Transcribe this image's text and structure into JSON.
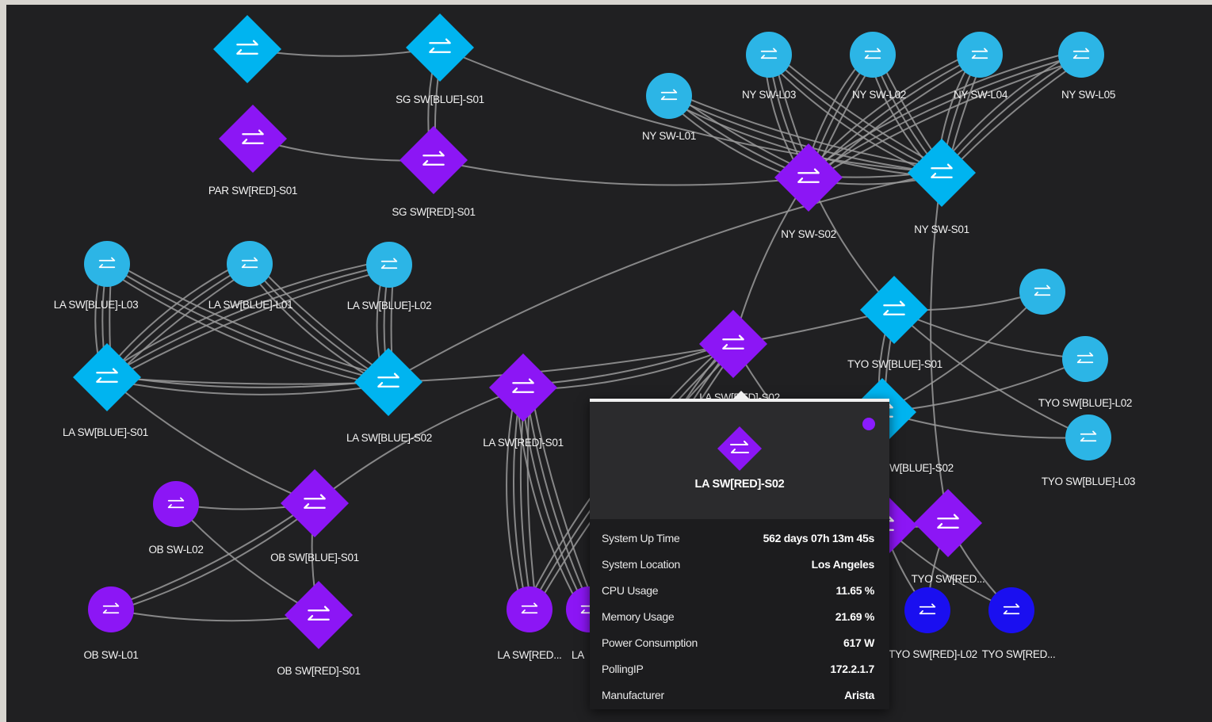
{
  "colors": {
    "background": "#202022",
    "frame": "#d8d5d0",
    "link": "#9a9a9a",
    "blue": "#00b4f0",
    "light_blue": "#2cb5e6",
    "purple": "#8c16f5",
    "deep_blue": "#1a0ff0",
    "text": "#f2f2f2"
  },
  "node_icon": "switch-arrows-icon",
  "nodes": [
    {
      "id": "dc-blue-unlabeled",
      "label": "",
      "shape": "diamond",
      "color": "#00b4f0"
    },
    {
      "id": "sg-blue-s01",
      "label": "SG SW[BLUE]-S01",
      "shape": "diamond",
      "color": "#00b4f0"
    },
    {
      "id": "par-red-s01",
      "label": "PAR SW[RED]-S01",
      "shape": "diamond",
      "color": "#8c16f5"
    },
    {
      "id": "sg-red-s01",
      "label": "SG SW[RED]-S01",
      "shape": "diamond",
      "color": "#8c16f5"
    },
    {
      "id": "ny-l01",
      "label": "NY SW-L01",
      "shape": "circle",
      "color": "#2cb5e6"
    },
    {
      "id": "ny-l03",
      "label": "NY SW-L03",
      "shape": "circle",
      "color": "#2cb5e6"
    },
    {
      "id": "ny-l02",
      "label": "NY SW-L02",
      "shape": "circle",
      "color": "#2cb5e6"
    },
    {
      "id": "ny-l04",
      "label": "NY SW-L04",
      "shape": "circle",
      "color": "#2cb5e6"
    },
    {
      "id": "ny-l05",
      "label": "NY SW-L05",
      "shape": "circle",
      "color": "#2cb5e6"
    },
    {
      "id": "ny-s02",
      "label": "NY SW-S02",
      "shape": "diamond",
      "color": "#8c16f5"
    },
    {
      "id": "ny-s01",
      "label": "NY SW-S01",
      "shape": "diamond",
      "color": "#00b4f0"
    },
    {
      "id": "la-blue-l03",
      "label": "LA SW[BLUE]-L03",
      "shape": "circle",
      "color": "#2cb5e6"
    },
    {
      "id": "la-blue-l01",
      "label": "LA SW[BLUE]-L01",
      "shape": "circle",
      "color": "#2cb5e6"
    },
    {
      "id": "la-blue-l02",
      "label": "LA SW[BLUE]-L02",
      "shape": "circle",
      "color": "#2cb5e6"
    },
    {
      "id": "la-blue-s01",
      "label": "LA SW[BLUE]-S01",
      "shape": "diamond",
      "color": "#00b4f0"
    },
    {
      "id": "la-blue-s02",
      "label": "LA SW[BLUE]-S02",
      "shape": "diamond",
      "color": "#00b4f0"
    },
    {
      "id": "la-red-s02",
      "label": "LA SW[RED]-S02",
      "shape": "diamond",
      "color": "#8c16f5"
    },
    {
      "id": "la-red-s01",
      "label": "LA SW[RED]-S01",
      "shape": "diamond",
      "color": "#8c16f5"
    },
    {
      "id": "tyo-blue-s01",
      "label": "TYO SW[BLUE]-S01",
      "shape": "diamond",
      "color": "#00b4f0"
    },
    {
      "id": "tyo-blue-s02",
      "label": "TYO SW[BLUE]-S02",
      "shape": "diamond",
      "color": "#00b4f0"
    },
    {
      "id": "tyo-blue-l01",
      "label": "",
      "shape": "circle",
      "color": "#2cb5e6"
    },
    {
      "id": "tyo-blue-l02",
      "label": "TYO SW[BLUE]-L02",
      "shape": "circle",
      "color": "#2cb5e6"
    },
    {
      "id": "tyo-blue-l03",
      "label": "TYO SW[BLUE]-L03",
      "shape": "circle",
      "color": "#2cb5e6"
    },
    {
      "id": "ob-l02",
      "label": "OB SW-L02",
      "shape": "circle",
      "color": "#8c16f5"
    },
    {
      "id": "ob-blue-s01",
      "label": "OB SW[BLUE]-S01",
      "shape": "diamond",
      "color": "#8c16f5"
    },
    {
      "id": "ob-l01",
      "label": "OB SW-L01",
      "shape": "circle",
      "color": "#8c16f5"
    },
    {
      "id": "ob-red-s01",
      "label": "OB SW[RED]-S01",
      "shape": "diamond",
      "color": "#8c16f5"
    },
    {
      "id": "la-red-l01",
      "label": "LA SW[RED...",
      "shape": "circle",
      "color": "#8c16f5"
    },
    {
      "id": "la-red-l02",
      "label": "LA",
      "shape": "circle",
      "color": "#8c16f5"
    },
    {
      "id": "tyo-red-s02",
      "label": "",
      "shape": "diamond",
      "color": "#8c16f5"
    },
    {
      "id": "tyo-red-s01",
      "label": "TYO SW[RED...",
      "shape": "diamond",
      "color": "#8c16f5"
    },
    {
      "id": "tyo-red-l02",
      "label": "TYO SW[RED]-L02",
      "shape": "circle",
      "color": "#1a0ff0"
    },
    {
      "id": "tyo-red-l01",
      "label": "TYO SW[RED...",
      "shape": "circle",
      "color": "#1a0ff0"
    }
  ],
  "links": [
    {
      "a": "dc-blue-unlabeled",
      "b": "sg-blue-s01",
      "n": 1
    },
    {
      "a": "sg-blue-s01",
      "b": "sg-red-s01",
      "n": 2
    },
    {
      "a": "par-red-s01",
      "b": "sg-red-s01",
      "n": 1
    },
    {
      "a": "sg-blue-s01",
      "b": "ny-s01",
      "n": 1
    },
    {
      "a": "sg-red-s01",
      "b": "ny-s02",
      "n": 1
    },
    {
      "a": "ny-s02",
      "b": "ny-s01",
      "n": 2
    },
    {
      "a": "ny-l01",
      "b": "ny-s02",
      "n": 3
    },
    {
      "a": "ny-l01",
      "b": "ny-s01",
      "n": 3
    },
    {
      "a": "ny-l03",
      "b": "ny-s02",
      "n": 3
    },
    {
      "a": "ny-l03",
      "b": "ny-s01",
      "n": 3
    },
    {
      "a": "ny-l02",
      "b": "ny-s02",
      "n": 3
    },
    {
      "a": "ny-l02",
      "b": "ny-s01",
      "n": 3
    },
    {
      "a": "ny-l04",
      "b": "ny-s02",
      "n": 3
    },
    {
      "a": "ny-l04",
      "b": "ny-s01",
      "n": 3
    },
    {
      "a": "ny-l05",
      "b": "ny-s02",
      "n": 3
    },
    {
      "a": "ny-l05",
      "b": "ny-s01",
      "n": 3
    },
    {
      "a": "ny-s02",
      "b": "la-red-s02",
      "n": 1
    },
    {
      "a": "ny-s02",
      "b": "tyo-blue-s01",
      "n": 1
    },
    {
      "a": "ny-s01",
      "b": "la-blue-s02",
      "n": 1
    },
    {
      "a": "ny-s01",
      "b": "tyo-red-s01",
      "n": 1
    },
    {
      "a": "la-blue-l03",
      "b": "la-blue-s01",
      "n": 3
    },
    {
      "a": "la-blue-l03",
      "b": "la-blue-s02",
      "n": 3
    },
    {
      "a": "la-blue-l01",
      "b": "la-blue-s01",
      "n": 3
    },
    {
      "a": "la-blue-l01",
      "b": "la-blue-s02",
      "n": 3
    },
    {
      "a": "la-blue-l02",
      "b": "la-blue-s01",
      "n": 3
    },
    {
      "a": "la-blue-l02",
      "b": "la-blue-s02",
      "n": 3
    },
    {
      "a": "la-blue-s01",
      "b": "la-blue-s02",
      "n": 2
    },
    {
      "a": "la-blue-s01",
      "b": "tyo-blue-s01",
      "n": 1
    },
    {
      "a": "la-blue-s01",
      "b": "ob-blue-s01",
      "n": 1
    },
    {
      "a": "la-red-s01",
      "b": "la-red-s02",
      "n": 2
    },
    {
      "a": "la-red-s01",
      "b": "ob-blue-s01",
      "n": 1
    },
    {
      "a": "la-red-s01",
      "b": "la-red-l01",
      "n": 4
    },
    {
      "a": "la-red-s01",
      "b": "la-red-l02",
      "n": 4
    },
    {
      "a": "la-red-s02",
      "b": "la-red-l01",
      "n": 3
    },
    {
      "a": "la-red-s02",
      "b": "la-red-l02",
      "n": 3
    },
    {
      "a": "la-red-s02",
      "b": "tyo-red-s02",
      "n": 1
    },
    {
      "a": "ob-l02",
      "b": "ob-blue-s01",
      "n": 1
    },
    {
      "a": "ob-l02",
      "b": "ob-red-s01",
      "n": 1
    },
    {
      "a": "ob-l01",
      "b": "ob-blue-s01",
      "n": 2
    },
    {
      "a": "ob-l01",
      "b": "ob-red-s01",
      "n": 1
    },
    {
      "a": "ob-blue-s01",
      "b": "ob-red-s01",
      "n": 1
    },
    {
      "a": "tyo-blue-s01",
      "b": "tyo-blue-s02",
      "n": 2
    },
    {
      "a": "tyo-blue-s01",
      "b": "tyo-blue-l01",
      "n": 1
    },
    {
      "a": "tyo-blue-s01",
      "b": "tyo-blue-l02",
      "n": 1
    },
    {
      "a": "tyo-blue-s01",
      "b": "tyo-blue-l03",
      "n": 1
    },
    {
      "a": "tyo-blue-s02",
      "b": "tyo-blue-l01",
      "n": 1
    },
    {
      "a": "tyo-blue-s02",
      "b": "tyo-blue-l02",
      "n": 1
    },
    {
      "a": "tyo-blue-s02",
      "b": "tyo-blue-l03",
      "n": 1
    },
    {
      "a": "tyo-red-s02",
      "b": "tyo-red-s01",
      "n": 1
    },
    {
      "a": "tyo-red-s02",
      "b": "tyo-red-l02",
      "n": 1
    },
    {
      "a": "tyo-red-s02",
      "b": "tyo-red-l01",
      "n": 1
    },
    {
      "a": "tyo-red-s01",
      "b": "tyo-red-l02",
      "n": 1
    },
    {
      "a": "tyo-red-s01",
      "b": "tyo-red-l01",
      "n": 1
    }
  ],
  "tooltip": {
    "title": "LA SW[RED]-S02",
    "status_color": "#8a1cff",
    "icon_color": "#8c16f5",
    "rows": [
      {
        "key": "System Up Time",
        "value": "562 days 07h 13m 45s"
      },
      {
        "key": "System Location",
        "value": "Los Angeles"
      },
      {
        "key": "CPU Usage",
        "value": "11.65 %"
      },
      {
        "key": "Memory Usage",
        "value": "21.69 %"
      },
      {
        "key": "Power Consumption",
        "value": "617 W"
      },
      {
        "key": "PollingIP",
        "value": "172.2.1.7"
      },
      {
        "key": "Manufacturer",
        "value": "Arista"
      }
    ]
  }
}
